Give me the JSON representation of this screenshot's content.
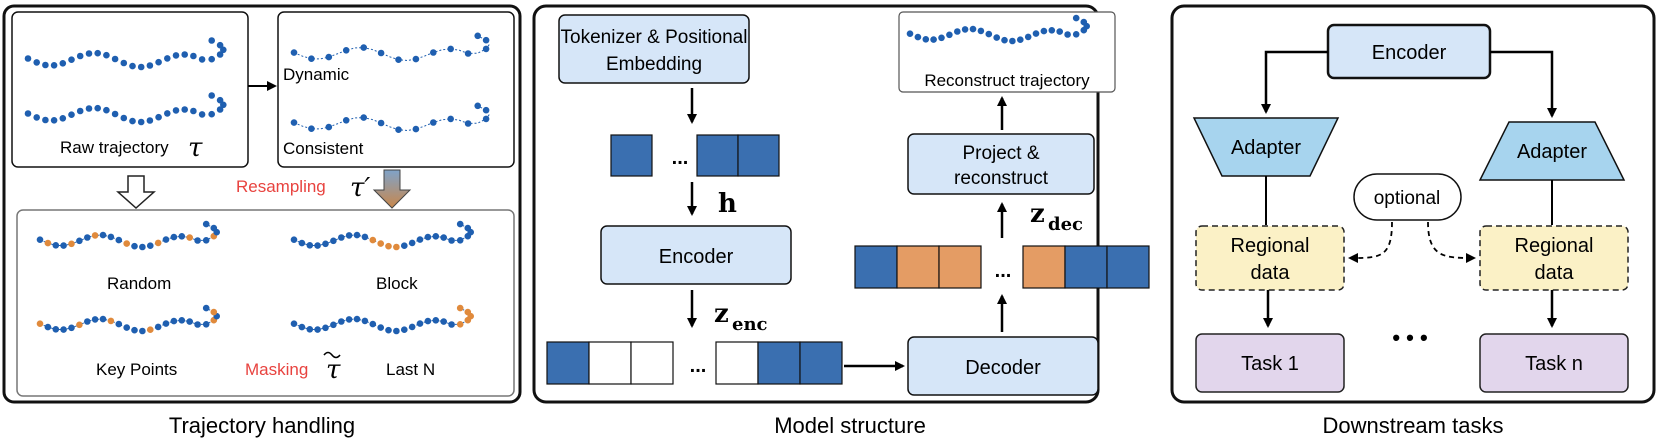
{
  "panels": {
    "trajectory": {
      "caption": "Trajectory handling",
      "raw_label": "Raw trajectory",
      "tau": "τ",
      "dynamic_label": "Dynamic",
      "consistent_label": "Consistent",
      "resampling_label": "Resampling",
      "tau_prime": "τ′",
      "random_label": "Random",
      "block_label": "Block",
      "keypoints_label": "Key Points",
      "lastn_label": "Last N",
      "masking_label": "Masking",
      "tau_tilde": "τ"
    },
    "model": {
      "caption": "Model structure",
      "tokenizer_label_1": "Tokenizer & Positional",
      "tokenizer_label_2": "Embedding",
      "ellipsis": "...",
      "h_label": "h",
      "encoder_label": "Encoder",
      "z_enc_main": "z",
      "z_enc_sub": "enc",
      "decoder_label": "Decoder",
      "z_dec_main": "z",
      "z_dec_sub": "dec",
      "project_label_1": "Project &",
      "project_label_2": "reconstruct",
      "reconstruct_label": "Reconstruct  trajectory"
    },
    "downstream": {
      "caption": "Downstream tasks",
      "encoder_label": "Encoder",
      "adapter_label": "Adapter",
      "optional_label": "optional",
      "regional_label_1": "Regional",
      "regional_label_2": "data",
      "task1_label": "Task 1",
      "taskn_label": "Task n",
      "dots": "• • •"
    }
  },
  "colors": {
    "point_blue": "#1f5fb0",
    "point_orange": "#e08a3c",
    "token_blue": "#3a6fb0",
    "token_orange": "#e49c64",
    "box_blue": "#d6e6f8",
    "adapter_blue": "#a7d4ee",
    "regional_yellow": "#fbf1c6",
    "task_purple": "#e2d6ec",
    "highlight_red": "#e8433f"
  },
  "icons": [
    "hollow-down-arrow-icon",
    "gradient-down-arrow-icon"
  ]
}
